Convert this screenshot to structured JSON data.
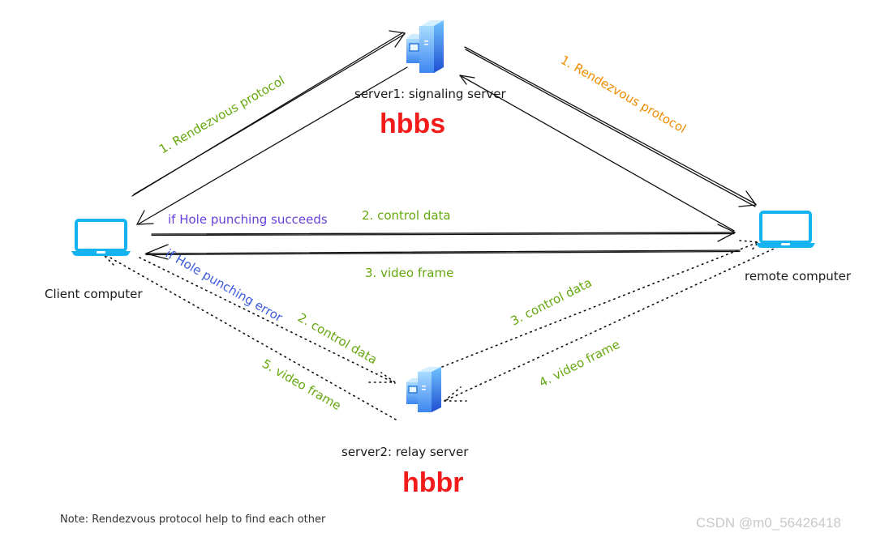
{
  "nodes": {
    "signaling_server": {
      "label": "server1: signaling server",
      "name": "hbbs",
      "icon": "server-icon"
    },
    "relay_server": {
      "label": "server2: relay server",
      "name": "hbbr",
      "icon": "server-icon"
    },
    "client": {
      "label": "Client computer",
      "icon": "laptop-icon"
    },
    "remote": {
      "label": "remote computer",
      "icon": "laptop-icon"
    }
  },
  "edge_labels": {
    "client_rendezvous": "1. Rendezvous protocol",
    "remote_rendezvous": "1. Rendezvous protocol",
    "hole_success": "if Hole punching succeeds",
    "direct_control": "2. control data",
    "direct_video": "3. video frame",
    "hole_error": "if Hole punching error",
    "relay_control_in": "2. control data",
    "relay_video_out": "5. video frame",
    "relay_control_out": "3. control data",
    "relay_video_in": "4. video frame"
  },
  "note": "Note: Rendezvous protocol help  to find each other",
  "watermark": "CSDN @m0_56426418",
  "colors": {
    "accent_red": "#f31a1a",
    "green": "#66a80f",
    "orange": "#f08c00",
    "purple": "#6741d9",
    "blue": "#3b5bdb",
    "device": "#15b4f0"
  }
}
